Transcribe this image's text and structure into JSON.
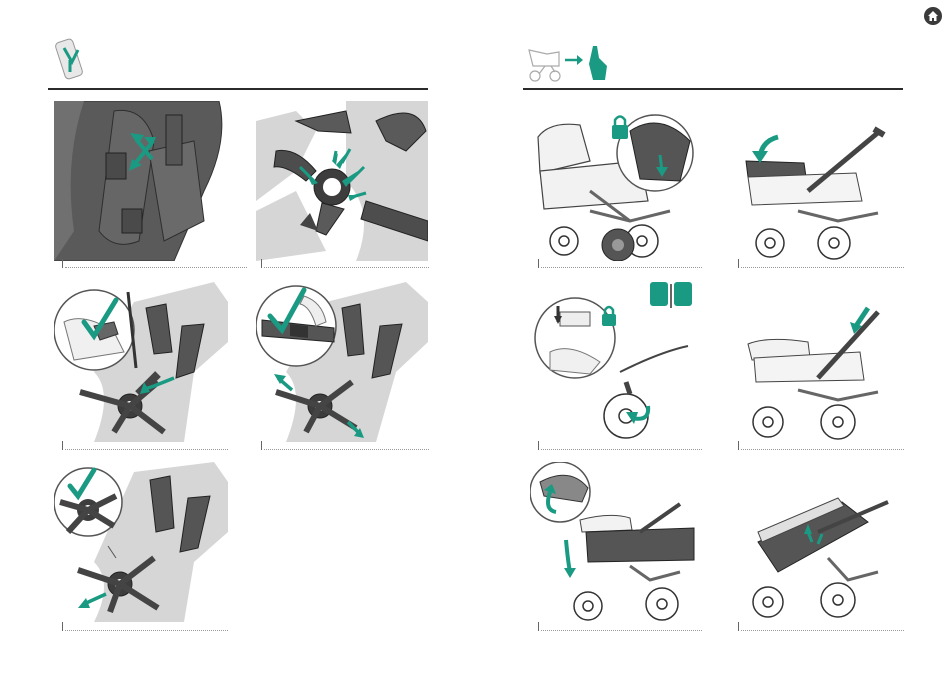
{
  "page": {
    "home_icon": "home-icon",
    "accent_color": "#1a9a82",
    "dark_color": "#4d4d4d",
    "light_gray": "#d9d9d9"
  },
  "left_section": {
    "header_icon": "harness-strap-icon",
    "steps": [
      {
        "id": "L1",
        "icon": "adjust-strap-arrows-icon"
      },
      {
        "id": "L2",
        "icon": "buckle-insert-icon"
      },
      {
        "id": "L3",
        "icon": "checkmark-icon"
      },
      {
        "id": "L4",
        "icon": "checkmark-icon"
      },
      {
        "id": "L5",
        "icon": "checkmark-icon"
      }
    ]
  },
  "right_section": {
    "header_icon": "stroller-to-hand-icon",
    "steps": [
      {
        "id": "R1",
        "icon": "lock-icon"
      },
      {
        "id": "R2",
        "icon": "fold-arrow-icon"
      },
      {
        "id": "R3",
        "icon": "lock-icon"
      },
      {
        "id": "R4",
        "icon": "handlebar-push-icon"
      },
      {
        "id": "R5",
        "icon": "rotate-arrow-icon"
      },
      {
        "id": "R6",
        "icon": "recline-icon"
      }
    ]
  }
}
